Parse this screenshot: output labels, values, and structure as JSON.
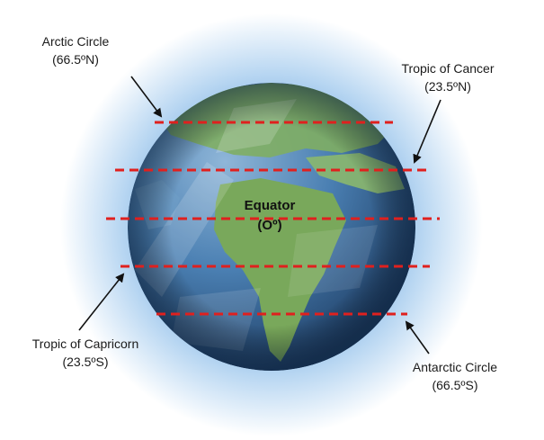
{
  "labels": {
    "arctic": {
      "name": "Arctic Circle",
      "lat": "(66.5ºN)"
    },
    "cancer": {
      "name": "Tropic of Cancer",
      "lat": "(23.5ºN)"
    },
    "equator": {
      "name": "Equator",
      "lat": "(Oº)"
    },
    "capricorn": {
      "name": "Tropic of Capricorn",
      "lat": "(23.5ºS)"
    },
    "antarctic": {
      "name": "Antarctic Circle",
      "lat": "(66.5ºS)"
    }
  },
  "colors": {
    "line": "#e0201e",
    "ocean": "#3f74a8",
    "land": "#7aa85a",
    "halo": "#a9cdee",
    "arrow": "#111111"
  }
}
